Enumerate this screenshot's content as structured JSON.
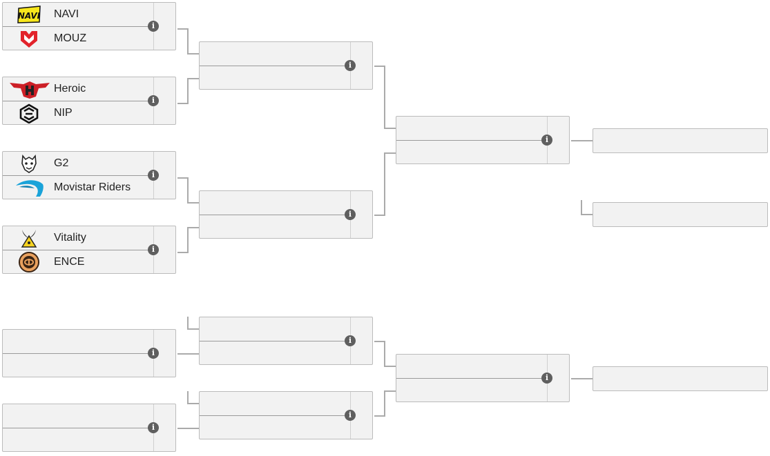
{
  "info_glyph": "i",
  "colors": {
    "connector": "#aaaaaa",
    "box_bg": "#f2f2f2",
    "box_border": "#bbbbbb",
    "info_bg": "#5f5f5f"
  },
  "teams": {
    "navi": {
      "name": "NAVI",
      "icon": "navi-logo-icon"
    },
    "mouz": {
      "name": "MOUZ",
      "icon": "mouz-logo-icon"
    },
    "heroic": {
      "name": "Heroic",
      "icon": "heroic-logo-icon"
    },
    "nip": {
      "name": "NIP",
      "icon": "nip-logo-icon"
    },
    "g2": {
      "name": "G2",
      "icon": "g2-logo-icon"
    },
    "movistar": {
      "name": "Movistar Riders",
      "icon": "movistar-riders-logo-icon"
    },
    "vitality": {
      "name": "Vitality",
      "icon": "vitality-logo-icon"
    },
    "ence": {
      "name": "ENCE",
      "icon": "ence-logo-icon"
    }
  }
}
